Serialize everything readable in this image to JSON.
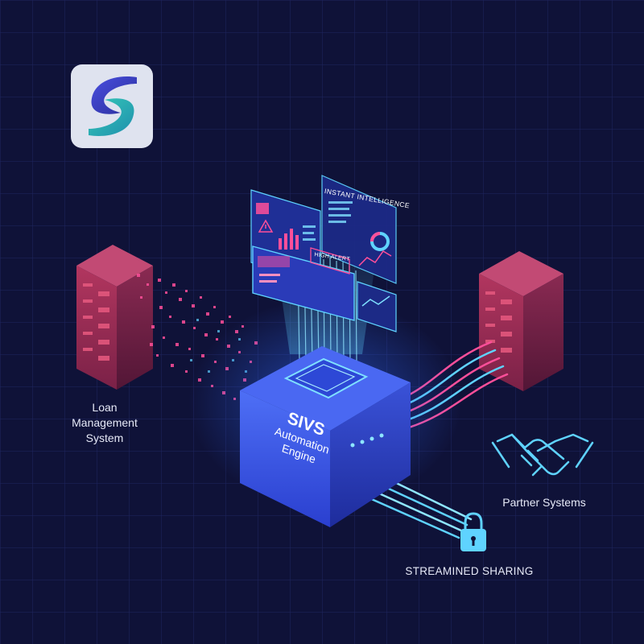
{
  "brand": {
    "name": "",
    "logo_colors": [
      "#3a3ec9",
      "#2fb8b0"
    ]
  },
  "nodes": {
    "loan_management": {
      "label_lines": [
        "Loan",
        "Management",
        "System"
      ]
    },
    "partner_systems": {
      "label": "Partner Systems"
    },
    "engine": {
      "title": "SIVS",
      "subtitle_lines": [
        "Automation",
        "Engine"
      ]
    },
    "sharing": {
      "label": "STREAMINED SHARING"
    }
  },
  "dashboard": {
    "title": "INSTANT INTELLIGENCE",
    "alert_label": "HIGH ALERT"
  },
  "icons": [
    "logo-icon",
    "server-icon",
    "handshake-icon",
    "lock-icon",
    "chart-icon",
    "warning-icon"
  ],
  "colors": {
    "background": "#0f1238",
    "grid": "#1c2157",
    "server": "#a52f5b",
    "engine": "#3d5cf0",
    "accent_cyan": "#5fd3ff",
    "accent_pink": "#ff4f9a"
  }
}
